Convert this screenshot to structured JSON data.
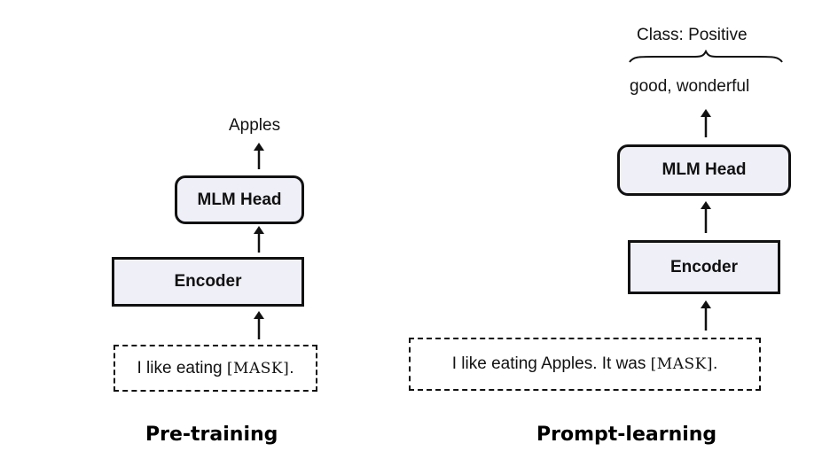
{
  "pretraining": {
    "input_prefix": "I like eating ",
    "input_mask": "[MASK]",
    "input_suffix": ".",
    "encoder_label": "Encoder",
    "head_label": "MLM Head",
    "output_label": "Apples",
    "caption": "Pre-training"
  },
  "prompt_learning": {
    "input_prefix": "I like eating Apples. It was ",
    "input_mask": "[MASK]",
    "input_suffix": ".",
    "encoder_label": "Encoder",
    "head_label": "MLM Head",
    "output_label": "good, wonderful",
    "class_label": "Class: Positive",
    "caption": "Prompt-learning"
  }
}
